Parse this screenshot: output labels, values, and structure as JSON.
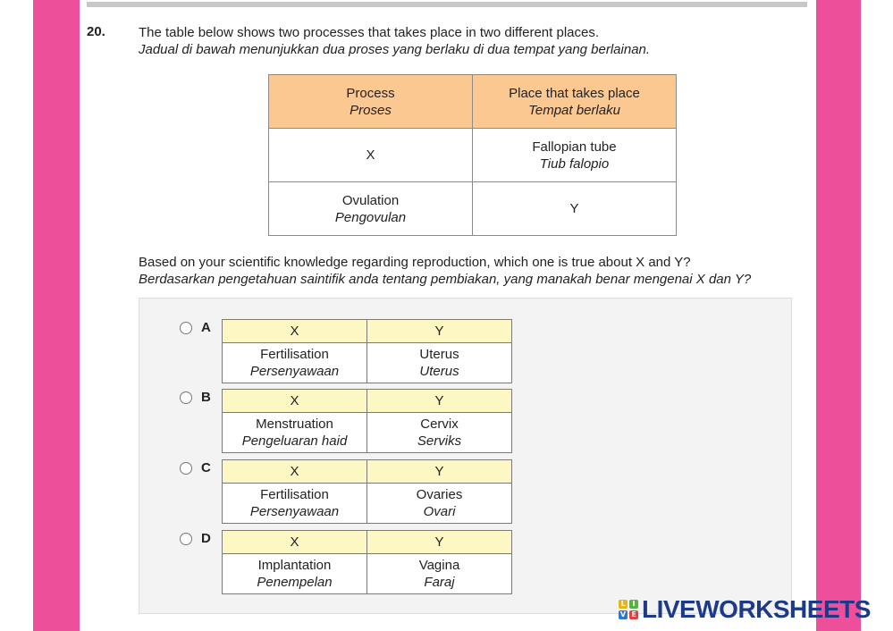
{
  "question": {
    "number": "20.",
    "line_en": "The table below shows two processes that takes place in two different places.",
    "line_ms": "Jadual di bawah menunjukkan dua proses yang berlaku di dua tempat yang berlainan."
  },
  "info_table": {
    "header": {
      "col1_en": "Process",
      "col1_ms": "Proses",
      "col2_en": "Place that takes place",
      "col2_ms": "Tempat berlaku"
    },
    "rows": [
      {
        "c1_en": "X",
        "c1_ms": "",
        "c2_en": "Fallopian tube",
        "c2_ms": "Tiub falopio"
      },
      {
        "c1_en": "Ovulation",
        "c1_ms": "Pengovulan",
        "c2_en": "Y",
        "c2_ms": ""
      }
    ]
  },
  "prompt": {
    "line_en": "Based on your scientific knowledge regarding reproduction, which one is true about X and Y?",
    "line_ms": "Berdasarkan pengetahuan saintifik anda tentang pembiakan, yang manakah benar mengenai X dan Y?"
  },
  "options": [
    {
      "letter": "A",
      "h1": "X",
      "h2": "Y",
      "x_en": "Fertilisation",
      "x_ms": "Persenyawaan",
      "y_en": "Uterus",
      "y_ms": "Uterus"
    },
    {
      "letter": "B",
      "h1": "X",
      "h2": "Y",
      "x_en": "Menstruation",
      "x_ms": "Pengeluaran haid",
      "y_en": "Cervix",
      "y_ms": "Serviks"
    },
    {
      "letter": "C",
      "h1": "X",
      "h2": "Y",
      "x_en": "Fertilisation",
      "x_ms": "Persenyawaan",
      "y_en": "Ovaries",
      "y_ms": "Ovari"
    },
    {
      "letter": "D",
      "h1": "X",
      "h2": "Y",
      "x_en": "Implantation",
      "x_ms": "Penempelan",
      "y_en": "Vagina",
      "y_ms": "Faraj"
    }
  ],
  "logo": {
    "text": "LIVEWORKSHEETS",
    "icon_letters": [
      "L",
      "I",
      "V",
      "E"
    ],
    "icon_colors": [
      "#e8b31e",
      "#5ab045",
      "#2f77d0",
      "#e2403f"
    ]
  },
  "colors": {
    "frame_pink": "#ee4f9b",
    "table_header": "#fcc892",
    "option_header": "#fdf7c3",
    "logo_blue": "#1d3a8a"
  }
}
